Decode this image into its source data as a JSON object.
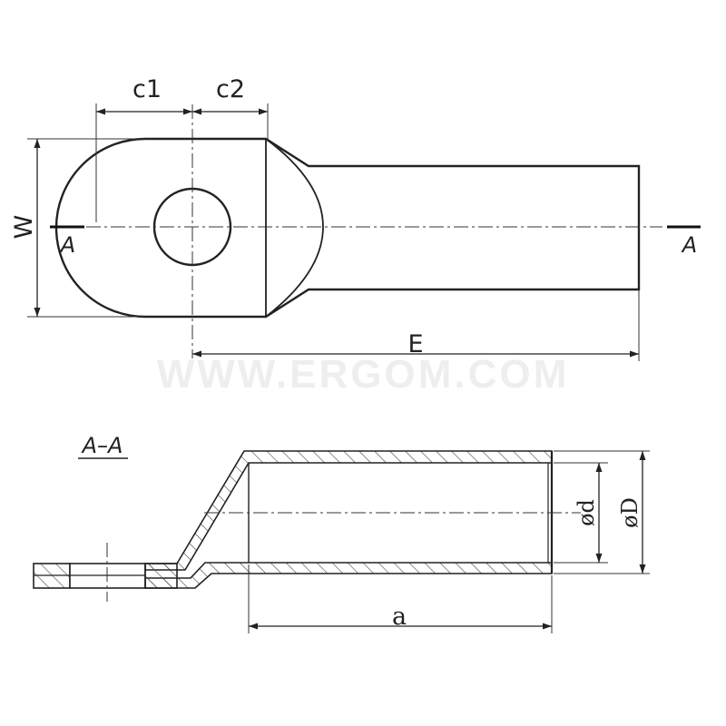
{
  "watermark": "WWW.ERGOM.COM",
  "top_view": {
    "dim_c1": "c1",
    "dim_c2": "c2",
    "dim_w": "W",
    "dim_e": "E",
    "section_mark_left": "A",
    "section_mark_right": "A"
  },
  "section_view": {
    "title": "A–A",
    "dim_inner_diameter": "ød",
    "dim_outer_diameter": "øD",
    "dim_barrel_length": "a"
  },
  "colors": {
    "line": "#222222",
    "watermark": "#eeeeee"
  }
}
